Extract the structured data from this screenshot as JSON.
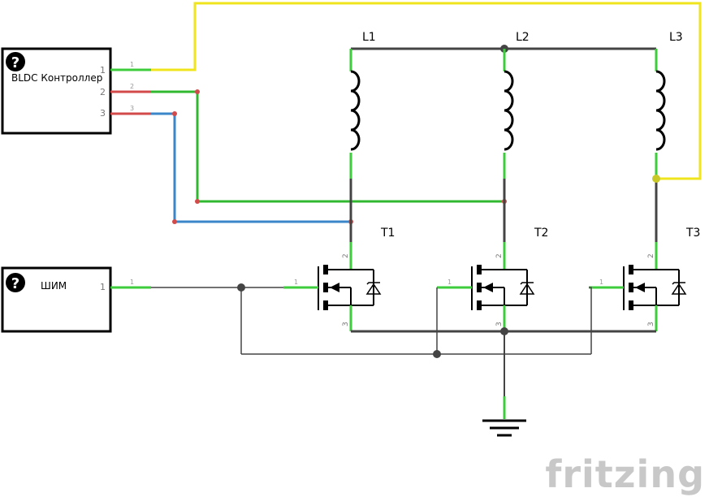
{
  "components": {
    "controller": {
      "label": "BLDC Контроллер",
      "pins": [
        "1",
        "2",
        "3"
      ],
      "wire_tags": [
        "1",
        "2",
        "3"
      ]
    },
    "pwm": {
      "label": "ШИМ",
      "pins": [
        "1"
      ],
      "wire_tags": [
        "1"
      ]
    },
    "coils": [
      "L1",
      "L2",
      "L3"
    ],
    "transistors": [
      {
        "label": "T1",
        "pin_drain": "2",
        "pin_source": "3",
        "pin_gate": "1"
      },
      {
        "label": "T2",
        "pin_drain": "2",
        "pin_source": "3",
        "pin_gate": "1"
      },
      {
        "label": "T3",
        "pin_drain": "2",
        "pin_source": "3",
        "pin_gate": "1"
      }
    ]
  },
  "watermark": "fritzing",
  "colors": {
    "wire": "#444444",
    "yellow": "#f0e41c",
    "green": "#30b830",
    "blue": "#3a86c8",
    "red": "#d24a4a",
    "pin_green": "#3ccc3c",
    "node": "#444444",
    "node_yellow": "#c8c826",
    "watermark": "#c8c8c8"
  }
}
